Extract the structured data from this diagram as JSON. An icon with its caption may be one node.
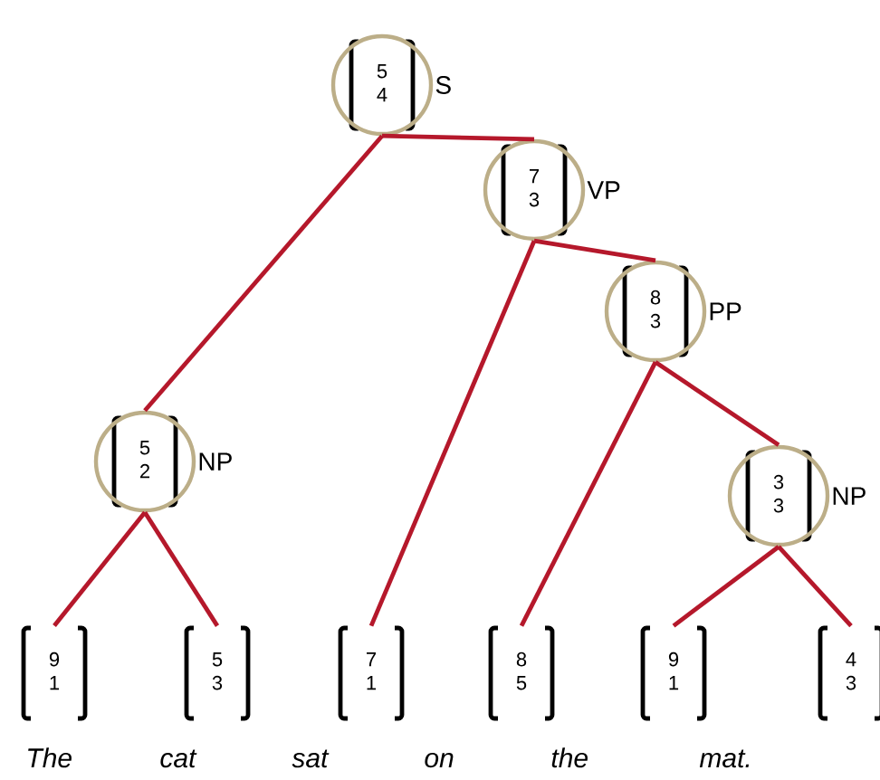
{
  "diagram": {
    "nodes": [
      {
        "text": [
          "5",
          "4"
        ],
        "beside": [
          "S"
        ]
      },
      {
        "text": [
          "5",
          "2"
        ],
        "beside": [
          "NP"
        ]
      },
      {
        "text": [
          "7",
          "3"
        ],
        "beside": [
          "VP"
        ]
      },
      {
        "text": [
          "8",
          "3"
        ],
        "beside": [
          "PP"
        ]
      },
      {
        "text": [
          "3",
          "3"
        ],
        "beside": [
          "NP"
        ]
      },
      {
        "text": [
          "9",
          "1"
        ]
      },
      {
        "text": [
          "5",
          "3"
        ]
      },
      {
        "text": [
          "7",
          "1"
        ]
      },
      {
        "text": [
          "8",
          "5"
        ]
      },
      {
        "text": [
          "9",
          "1"
        ]
      },
      {
        "text": [
          "4",
          "3"
        ]
      }
    ],
    "edges": [
      {
        "from": 0,
        "to": 1,
        "arrow": "none"
      },
      {
        "from": 0,
        "to": 2,
        "arrow": "none"
      },
      {
        "from": 2,
        "to": 7,
        "arrow": "none"
      },
      {
        "from": 2,
        "to": 3,
        "arrow": "none"
      },
      {
        "from": 3,
        "to": 8,
        "arrow": "none"
      },
      {
        "from": 3,
        "to": 4,
        "arrow": "none"
      },
      {
        "from": 1,
        "to": 5,
        "arrow": "none"
      },
      {
        "from": 1,
        "to": 6,
        "arrow": "none"
      },
      {
        "from": 4,
        "to": 9,
        "arrow": "none"
      },
      {
        "from": 4,
        "to": 10,
        "arrow": "none"
      }
    ],
    "labels": [
      "The",
      "cat",
      "sat",
      "on",
      "the",
      "mat."
    ]
  }
}
